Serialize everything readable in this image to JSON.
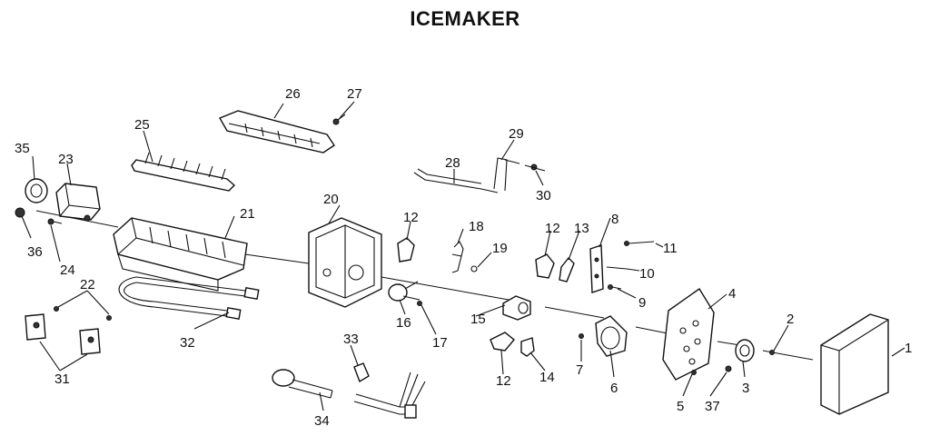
{
  "title": "ICEMAKER",
  "labels": {
    "p1": "1",
    "p2": "2",
    "p3": "3",
    "p4": "4",
    "p5": "5",
    "p6": "6",
    "p7": "7",
    "p8": "8",
    "p9": "9",
    "p10": "10",
    "p11": "11",
    "p12a": "12",
    "p12b": "12",
    "p12c": "12",
    "p13": "13",
    "p14": "14",
    "p15": "15",
    "p16": "16",
    "p17": "17",
    "p18": "18",
    "p19": "19",
    "p20": "20",
    "p21": "21",
    "p22": "22",
    "p23": "23",
    "p24": "24",
    "p25": "25",
    "p26": "26",
    "p27": "27",
    "p28": "28",
    "p29": "29",
    "p30": "30",
    "p31": "31",
    "p32": "32",
    "p33": "33",
    "p34": "34",
    "p35": "35",
    "p36": "36",
    "p37": "37"
  }
}
